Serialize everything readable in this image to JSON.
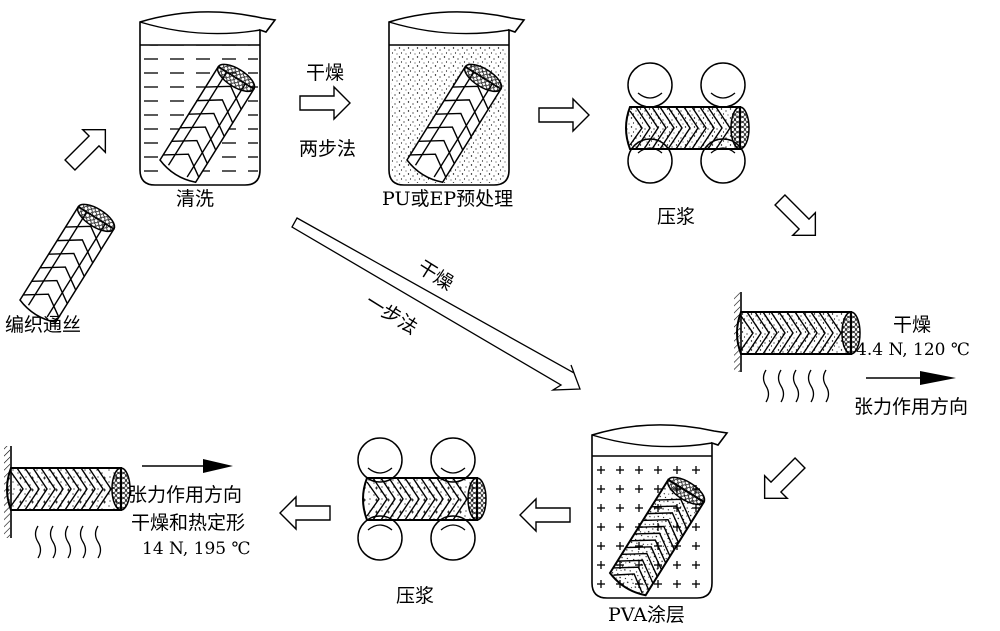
{
  "diagram": {
    "title": "",
    "steps": {
      "raw_braid": {
        "label": "编织通丝"
      },
      "cleaning": {
        "label": "清洗"
      },
      "pretreatment": {
        "label": "PU或EP预处理"
      },
      "press_1": {
        "label": "压浆"
      },
      "drying_tension_1": {
        "title": "干燥",
        "params": "4.4 N, 120 ℃",
        "direction_label": "张力作用方向"
      },
      "pva_coating": {
        "label": "PVA涂层"
      },
      "press_2": {
        "label": "压浆"
      },
      "final_heatset": {
        "direction_label": "张力作用方向",
        "title": "干燥和热定形",
        "params": "14 N, 195 ℃"
      }
    },
    "arrows": {
      "two_step": {
        "top": "干燥",
        "bottom": "两步法"
      },
      "one_step": {
        "top": "干燥",
        "bottom": "一步法"
      }
    },
    "colors": {
      "line": "#000000",
      "background": "#ffffff"
    }
  }
}
